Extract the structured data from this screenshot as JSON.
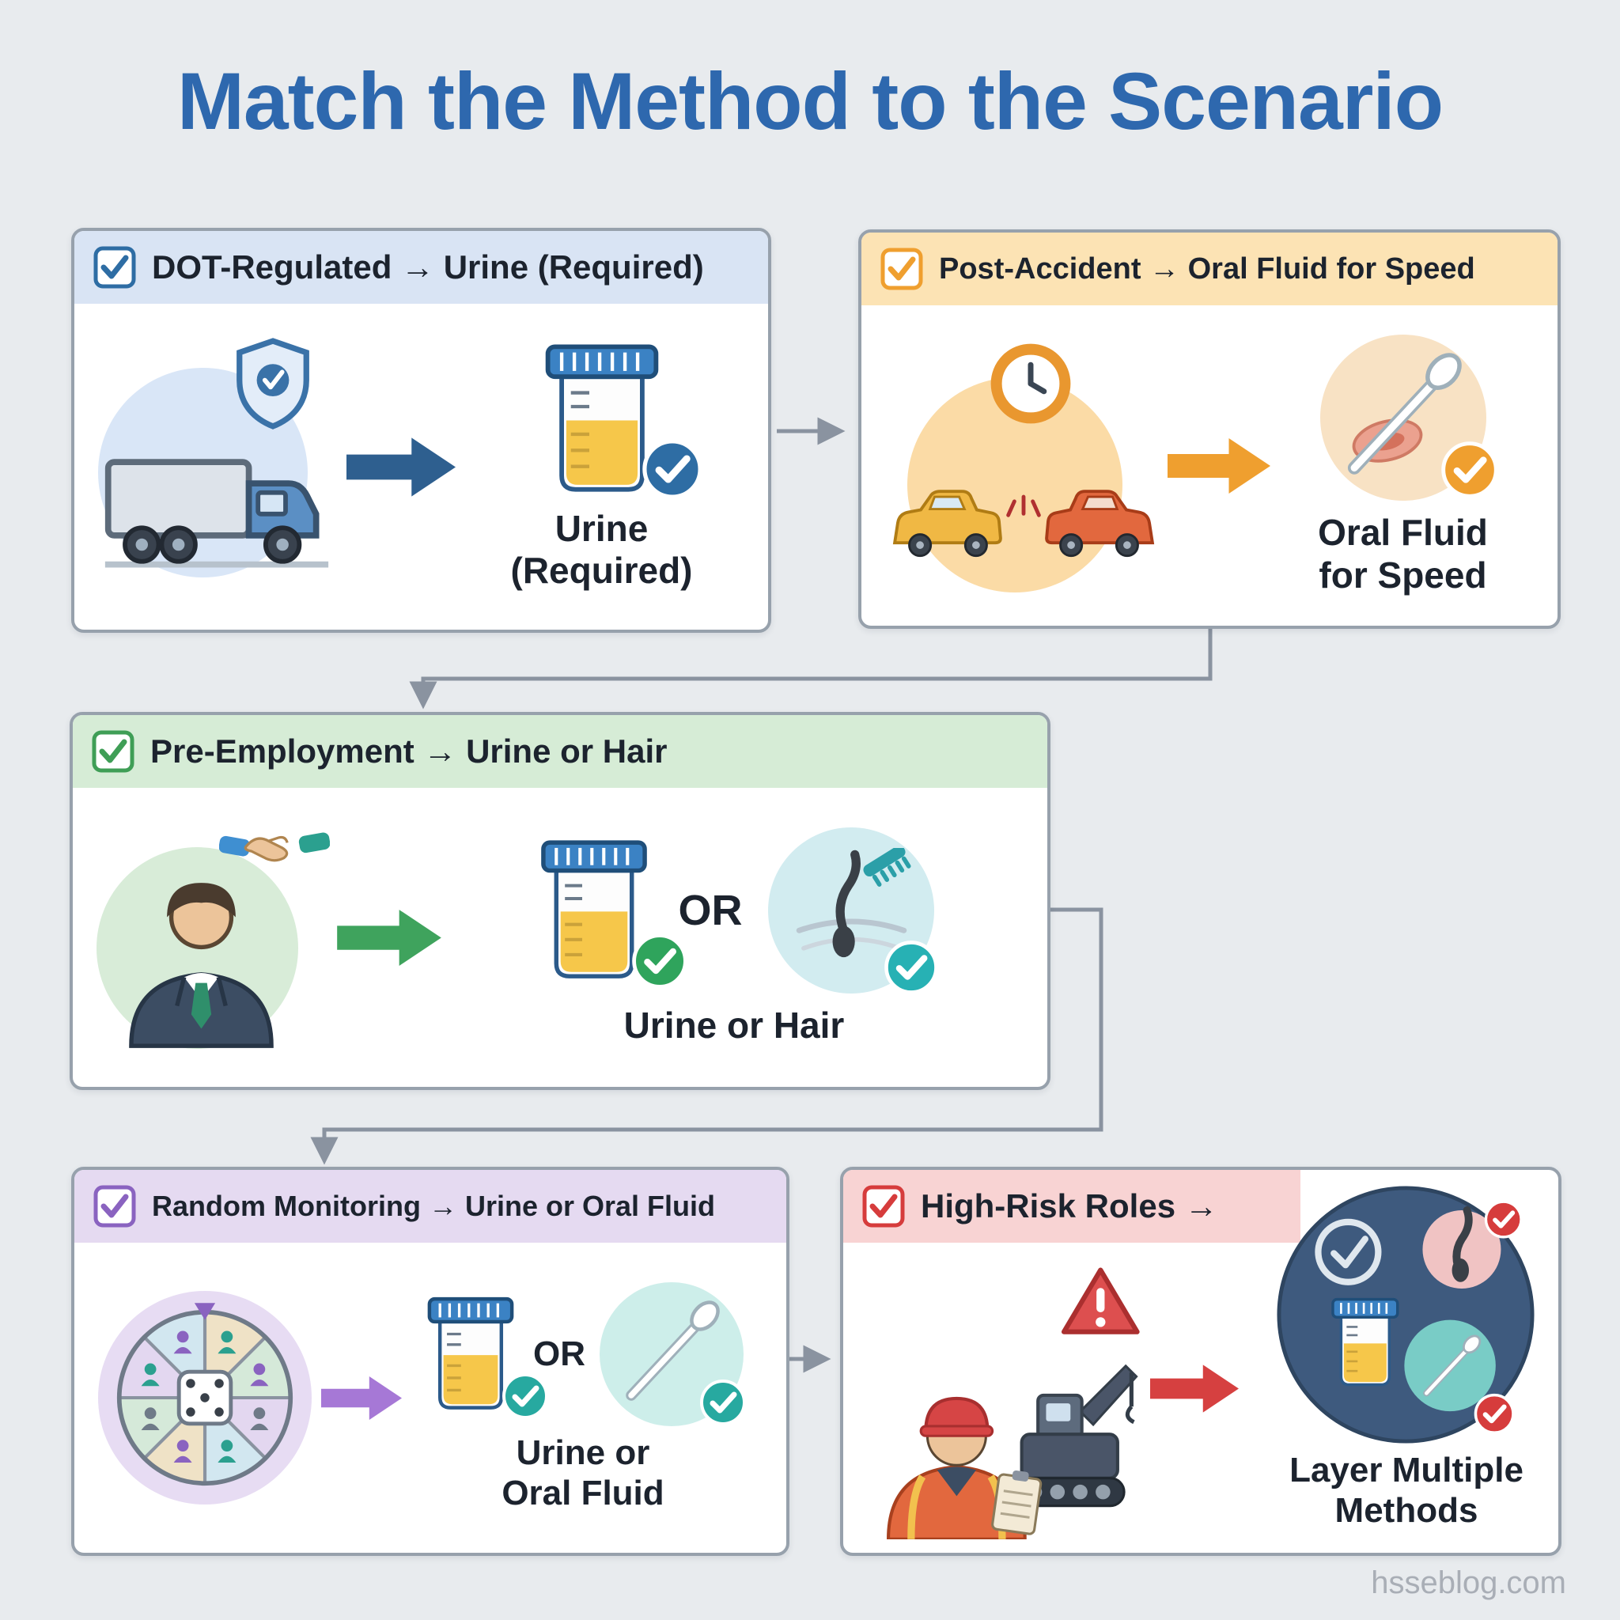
{
  "title": "Match the Method to the Scenario",
  "watermark": "hsseblog.com",
  "panels": {
    "dot": {
      "header": "DOT-Regulated → Urine (Required)",
      "caption_line1": "Urine",
      "caption_line2": "(Required)"
    },
    "post_accident": {
      "header": "Post-Accident → Oral Fluid for Speed",
      "caption_line1": "Oral Fluid",
      "caption_line2": "for Speed"
    },
    "pre_employment": {
      "header": "Pre-Employment → Urine or Hair",
      "or_label": "OR",
      "caption": "Urine or Hair"
    },
    "random": {
      "header": "Random Monitoring → Urine or Oral Fluid",
      "or_label": "OR",
      "caption_line1": "Urine or",
      "caption_line2": "Oral Fluid"
    },
    "high_risk": {
      "header": "High-Risk Roles →",
      "caption_line1": "Layer Multiple",
      "caption_line2": "Methods"
    }
  },
  "icons": {
    "checkbox-icon": "checked checkbox",
    "truck-icon": "delivery truck",
    "shield-check-icon": "shield with checkmark",
    "arrow-right-icon": "block arrow pointing right",
    "urine-cup-icon": "urine specimen cup",
    "check-circle-icon": "checkmark in circle",
    "clock-icon": "clock",
    "car-crash-icon": "two cars colliding",
    "swab-icon": "oral fluid swab",
    "mouth-icon": "open mouth",
    "businessman-icon": "person in suit",
    "handshake-icon": "handshake",
    "hair-follicle-icon": "hair follicle with comb",
    "random-wheel-icon": "random selection wheel with dice",
    "worker-icon": "construction worker with clipboard",
    "crane-icon": "excavator crane",
    "warning-icon": "warning triangle",
    "layered-methods-icon": "badge combining urine, hair and swab methods"
  },
  "colors": {
    "background": "#e8ebee",
    "title": "#2e68ae",
    "panel_border": "#97a1ac",
    "connector": "#8a93a0",
    "dot_accent": "#2e6da4",
    "dot_header_bg": "#d9e4f4",
    "post_accent": "#ef9f2f",
    "post_header_bg": "#fce3b4",
    "pre_accent": "#3f9e56",
    "pre_header_bg": "#d6ecd6",
    "random_accent": "#8a63c0",
    "random_header_bg": "#e5daf1",
    "high_accent": "#d63c3c",
    "high_header_bg": "#f8d3d3",
    "teal_check": "#27a9a0"
  }
}
